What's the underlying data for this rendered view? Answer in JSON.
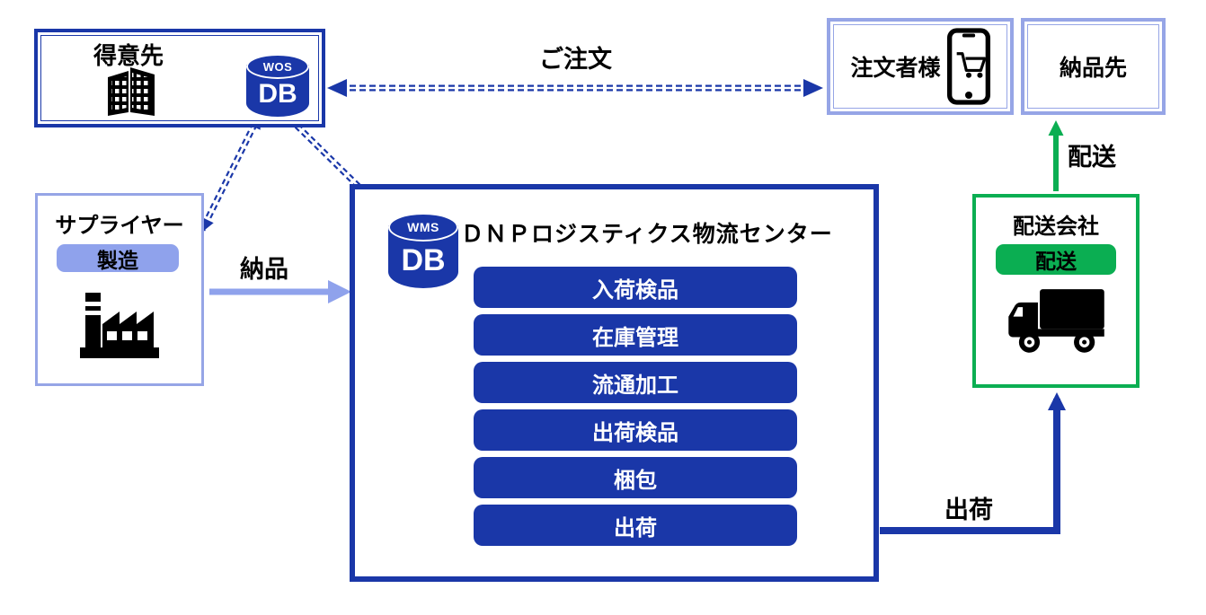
{
  "colors": {
    "primary_blue": "#1a37a8",
    "periwinkle": "#8fa2ec",
    "periwinkle_border": "#96a5e6",
    "green": "#0bae52",
    "black": "#000000",
    "white": "#ffffff"
  },
  "nodes": {
    "customer": {
      "title": "得意先",
      "db": {
        "system": "WOS",
        "label": "DB"
      }
    },
    "orderer": {
      "title": "注文者様"
    },
    "delivery_destination": {
      "title": "納品先"
    },
    "supplier": {
      "title": "サプライヤー",
      "badge": "製造"
    },
    "logistics_center": {
      "title": "ＤＮＰロジスティクス物流センター",
      "db": {
        "system": "WMS",
        "label": "DB"
      },
      "processes": [
        "入荷検品",
        "在庫管理",
        "流通加工",
        "出荷検品",
        "梱包",
        "出荷"
      ]
    },
    "delivery_company": {
      "title": "配送会社",
      "badge": "配送"
    }
  },
  "arrows": {
    "order_label": "ご注文",
    "supply_label": "納品",
    "ship_label": "出荷",
    "deliver_label": "配送"
  },
  "icons": {
    "building": "building-icon",
    "smartphone_cart": "smartphone-cart-icon",
    "factory": "factory-icon",
    "truck": "truck-icon",
    "wos_database": "database-cylinder-icon",
    "wms_database": "database-cylinder-icon"
  }
}
